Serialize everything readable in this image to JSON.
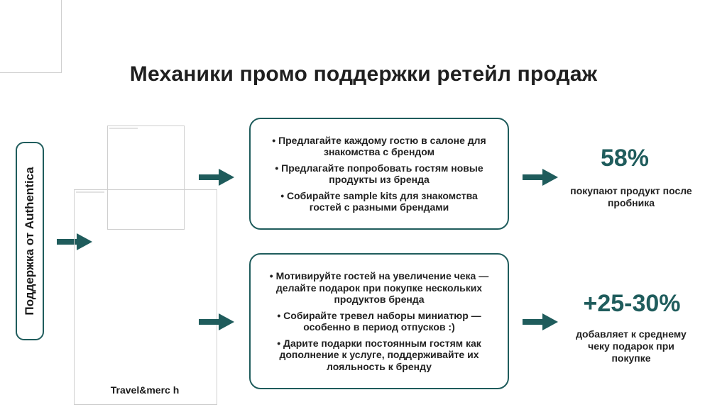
{
  "slide": {
    "title": "Механики промо поддержки ретейл продаж",
    "side_label": "Поддержка от Authentica",
    "frame_caption": "Travel&merc h",
    "accent_color": "#1f5c5c"
  },
  "blocks": [
    {
      "bullets": [
        "• Предлагайте  каждому гостю в салоне для знакомства с брендом",
        "• Предлагайте попробовать гостям новые продукты из бренда",
        "• Собирайте sample kits для знакомства гостей с разными брендами"
      ],
      "stat_value": "58%",
      "stat_description": "покупают продукт после пробника"
    },
    {
      "bullets": [
        "• Мотивируйте гостей на увеличение чека — делайте подарок при покупке нескольких продуктов бренда",
        "• Собирайте тревел наборы миниатюр — особенно в период отпусков :)",
        "• Дарите подарки постоянным гостям как дополнение к услуге, поддерживайте их лояльность к бренду"
      ],
      "stat_value": "+25-30%",
      "stat_description": "добавляет к среднему чеку подарок при покупке"
    }
  ]
}
